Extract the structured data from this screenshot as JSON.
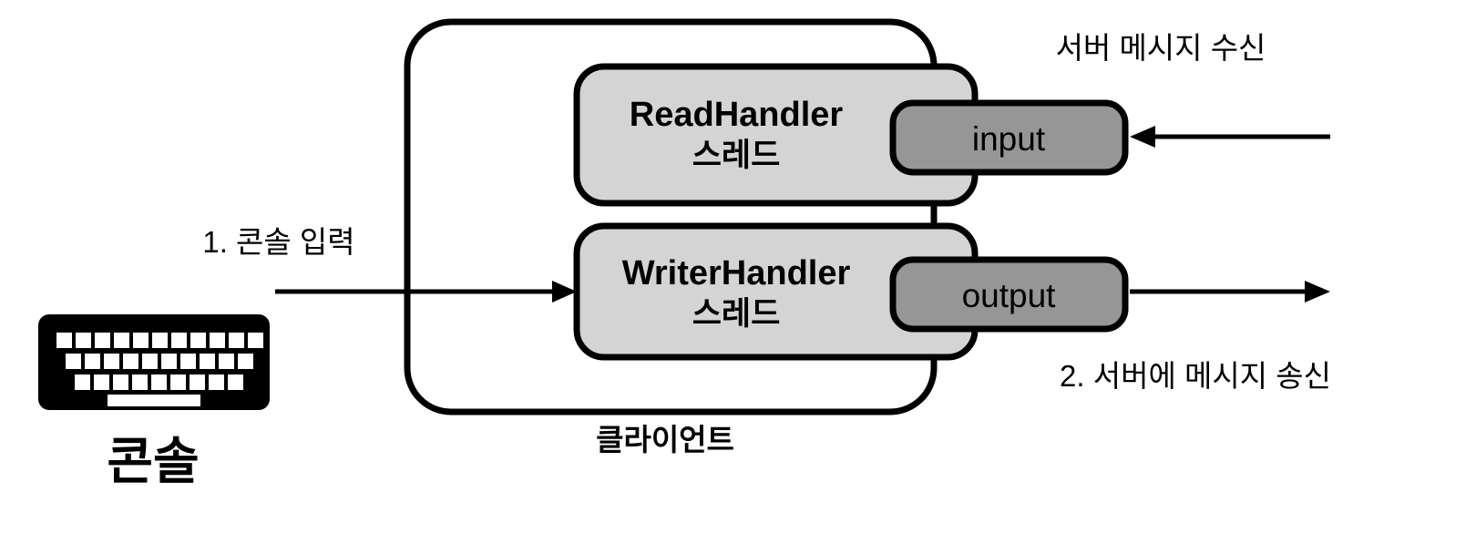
{
  "diagram": {
    "title_console": "콘솔",
    "title_client": "클라이언트",
    "client_box": {
      "label": "클라이언트"
    },
    "handlers": [
      {
        "name": "ReadHandler",
        "title": "ReadHandler",
        "subtitle": "스레드",
        "stream": "input",
        "stream_role": "input-stream"
      },
      {
        "name": "WriterHandler",
        "title": "WriterHandler",
        "subtitle": "스레드",
        "stream": "output",
        "stream_role": "output-stream"
      }
    ],
    "annotations": {
      "server_receive": "서버 메시지 수신",
      "console_input": "1. 콘솔 입력",
      "server_send": "2. 서버에 메시지 송신"
    },
    "icons": {
      "keyboard": "keyboard-icon"
    },
    "colors": {
      "handler_fill": "#d4d4d4",
      "stream_fill": "#969696",
      "outline": "#000000",
      "background": "#ffffff"
    }
  }
}
